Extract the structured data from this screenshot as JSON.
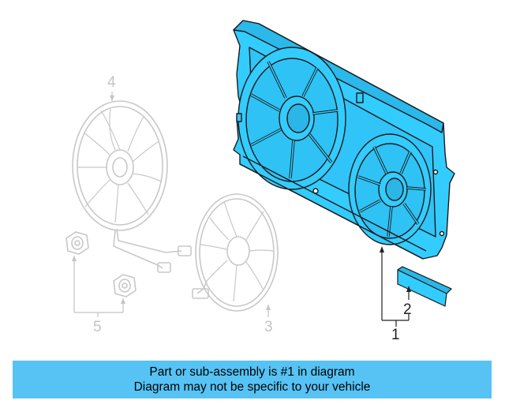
{
  "callouts": {
    "c1": "1",
    "c2": "2",
    "c3": "3",
    "c4": "4",
    "c5": "5"
  },
  "banner": {
    "line1": "Part or sub-assembly is #1 in diagram",
    "line2": "Diagram may not be specific to your vehicle"
  },
  "colors": {
    "highlight": "#33ccff",
    "banner": "#56c3f4",
    "ghost": "#c4c4c4",
    "outline": "#222222"
  }
}
